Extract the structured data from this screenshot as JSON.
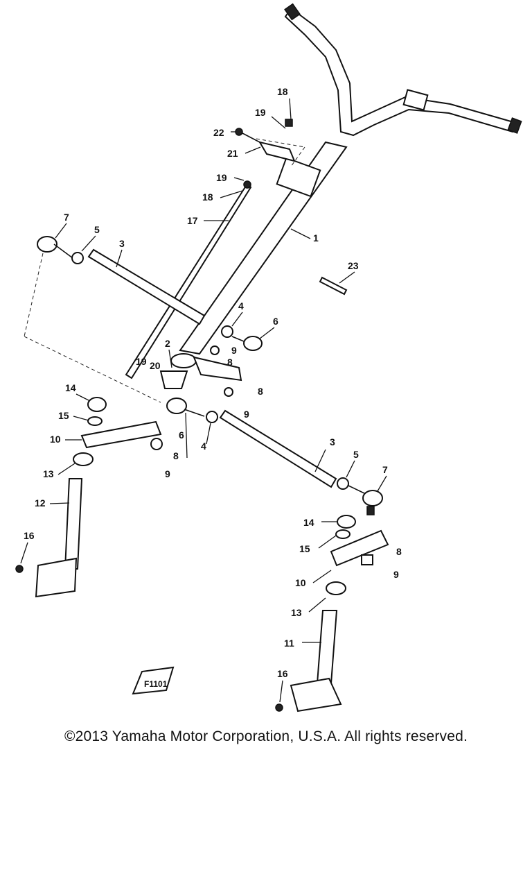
{
  "diagram": {
    "callouts": [
      "18",
      "19",
      "22",
      "21",
      "19",
      "18",
      "17",
      "1",
      "7",
      "5",
      "3",
      "23",
      "4",
      "6",
      "9",
      "8",
      "2",
      "19",
      "20",
      "8",
      "9",
      "14",
      "15",
      "10",
      "6",
      "4",
      "8",
      "9",
      "13",
      "12",
      "3",
      "5",
      "7",
      "14",
      "15",
      "8",
      "10",
      "9",
      "13",
      "11",
      "16",
      "16"
    ],
    "drawing_tag": "F1101"
  },
  "footer": {
    "copyright": "©2013 Yamaha Motor Corporation, U.S.A. All rights reserved."
  }
}
